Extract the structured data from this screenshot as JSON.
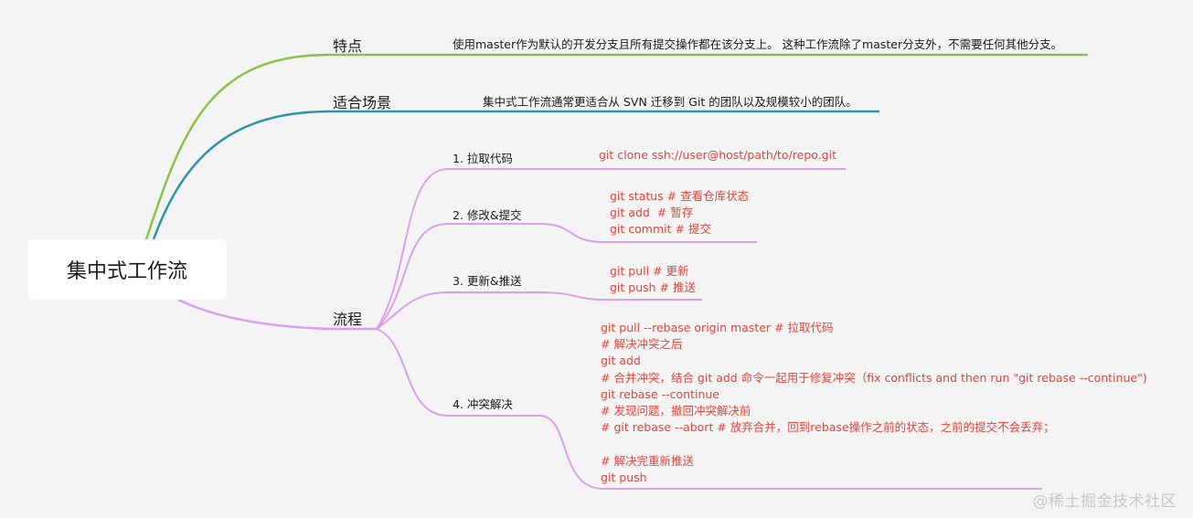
{
  "root": {
    "label": "集中式工作流"
  },
  "branches": {
    "features": {
      "label": "特点",
      "desc": "使用master作为默认的开发分支且所有提交操作都在该分支上。 这种工作流除了master分支外，不需要任何其他分支。",
      "color": "#8bc34a"
    },
    "scenario": {
      "label": "适合场景",
      "desc": "集中式工作流通常更适合从 SVN 迁移到 Git 的团队以及规模较小的团队。",
      "color": "#2e95a5"
    },
    "process": {
      "label": "流程",
      "color": "#d9a1ea",
      "steps": [
        {
          "label": "1. 拉取代码",
          "code": [
            "git clone ssh://user@host/path/to/repo.git"
          ]
        },
        {
          "label": "2. 修改&提交",
          "code": [
            "git status # 查看仓库状态",
            "git add  # 暂存",
            "git commit # 提交"
          ]
        },
        {
          "label": "3. 更新&推送",
          "code": [
            "git pull # 更新",
            "git push # 推送"
          ]
        },
        {
          "label": "4. 冲突解决",
          "code": [
            "git pull --rebase origin master # 拉取代码",
            "# 解决冲突之后",
            "git add",
            "# 合并冲突，结合 git add 命令一起用于修复冲突（fix conflicts and then run \"git rebase --continue\")",
            "git rebase --continue",
            "# 发现问题，撤回冲突解决前",
            "# git rebase --abort # 放弃合并，回到rebase操作之前的状态，之前的提交不会丢弃；",
            "",
            "# 解决完重新推送",
            "git push"
          ]
        }
      ]
    }
  },
  "code_color": "#e0453b",
  "watermark": "@稀土掘金技术社区"
}
